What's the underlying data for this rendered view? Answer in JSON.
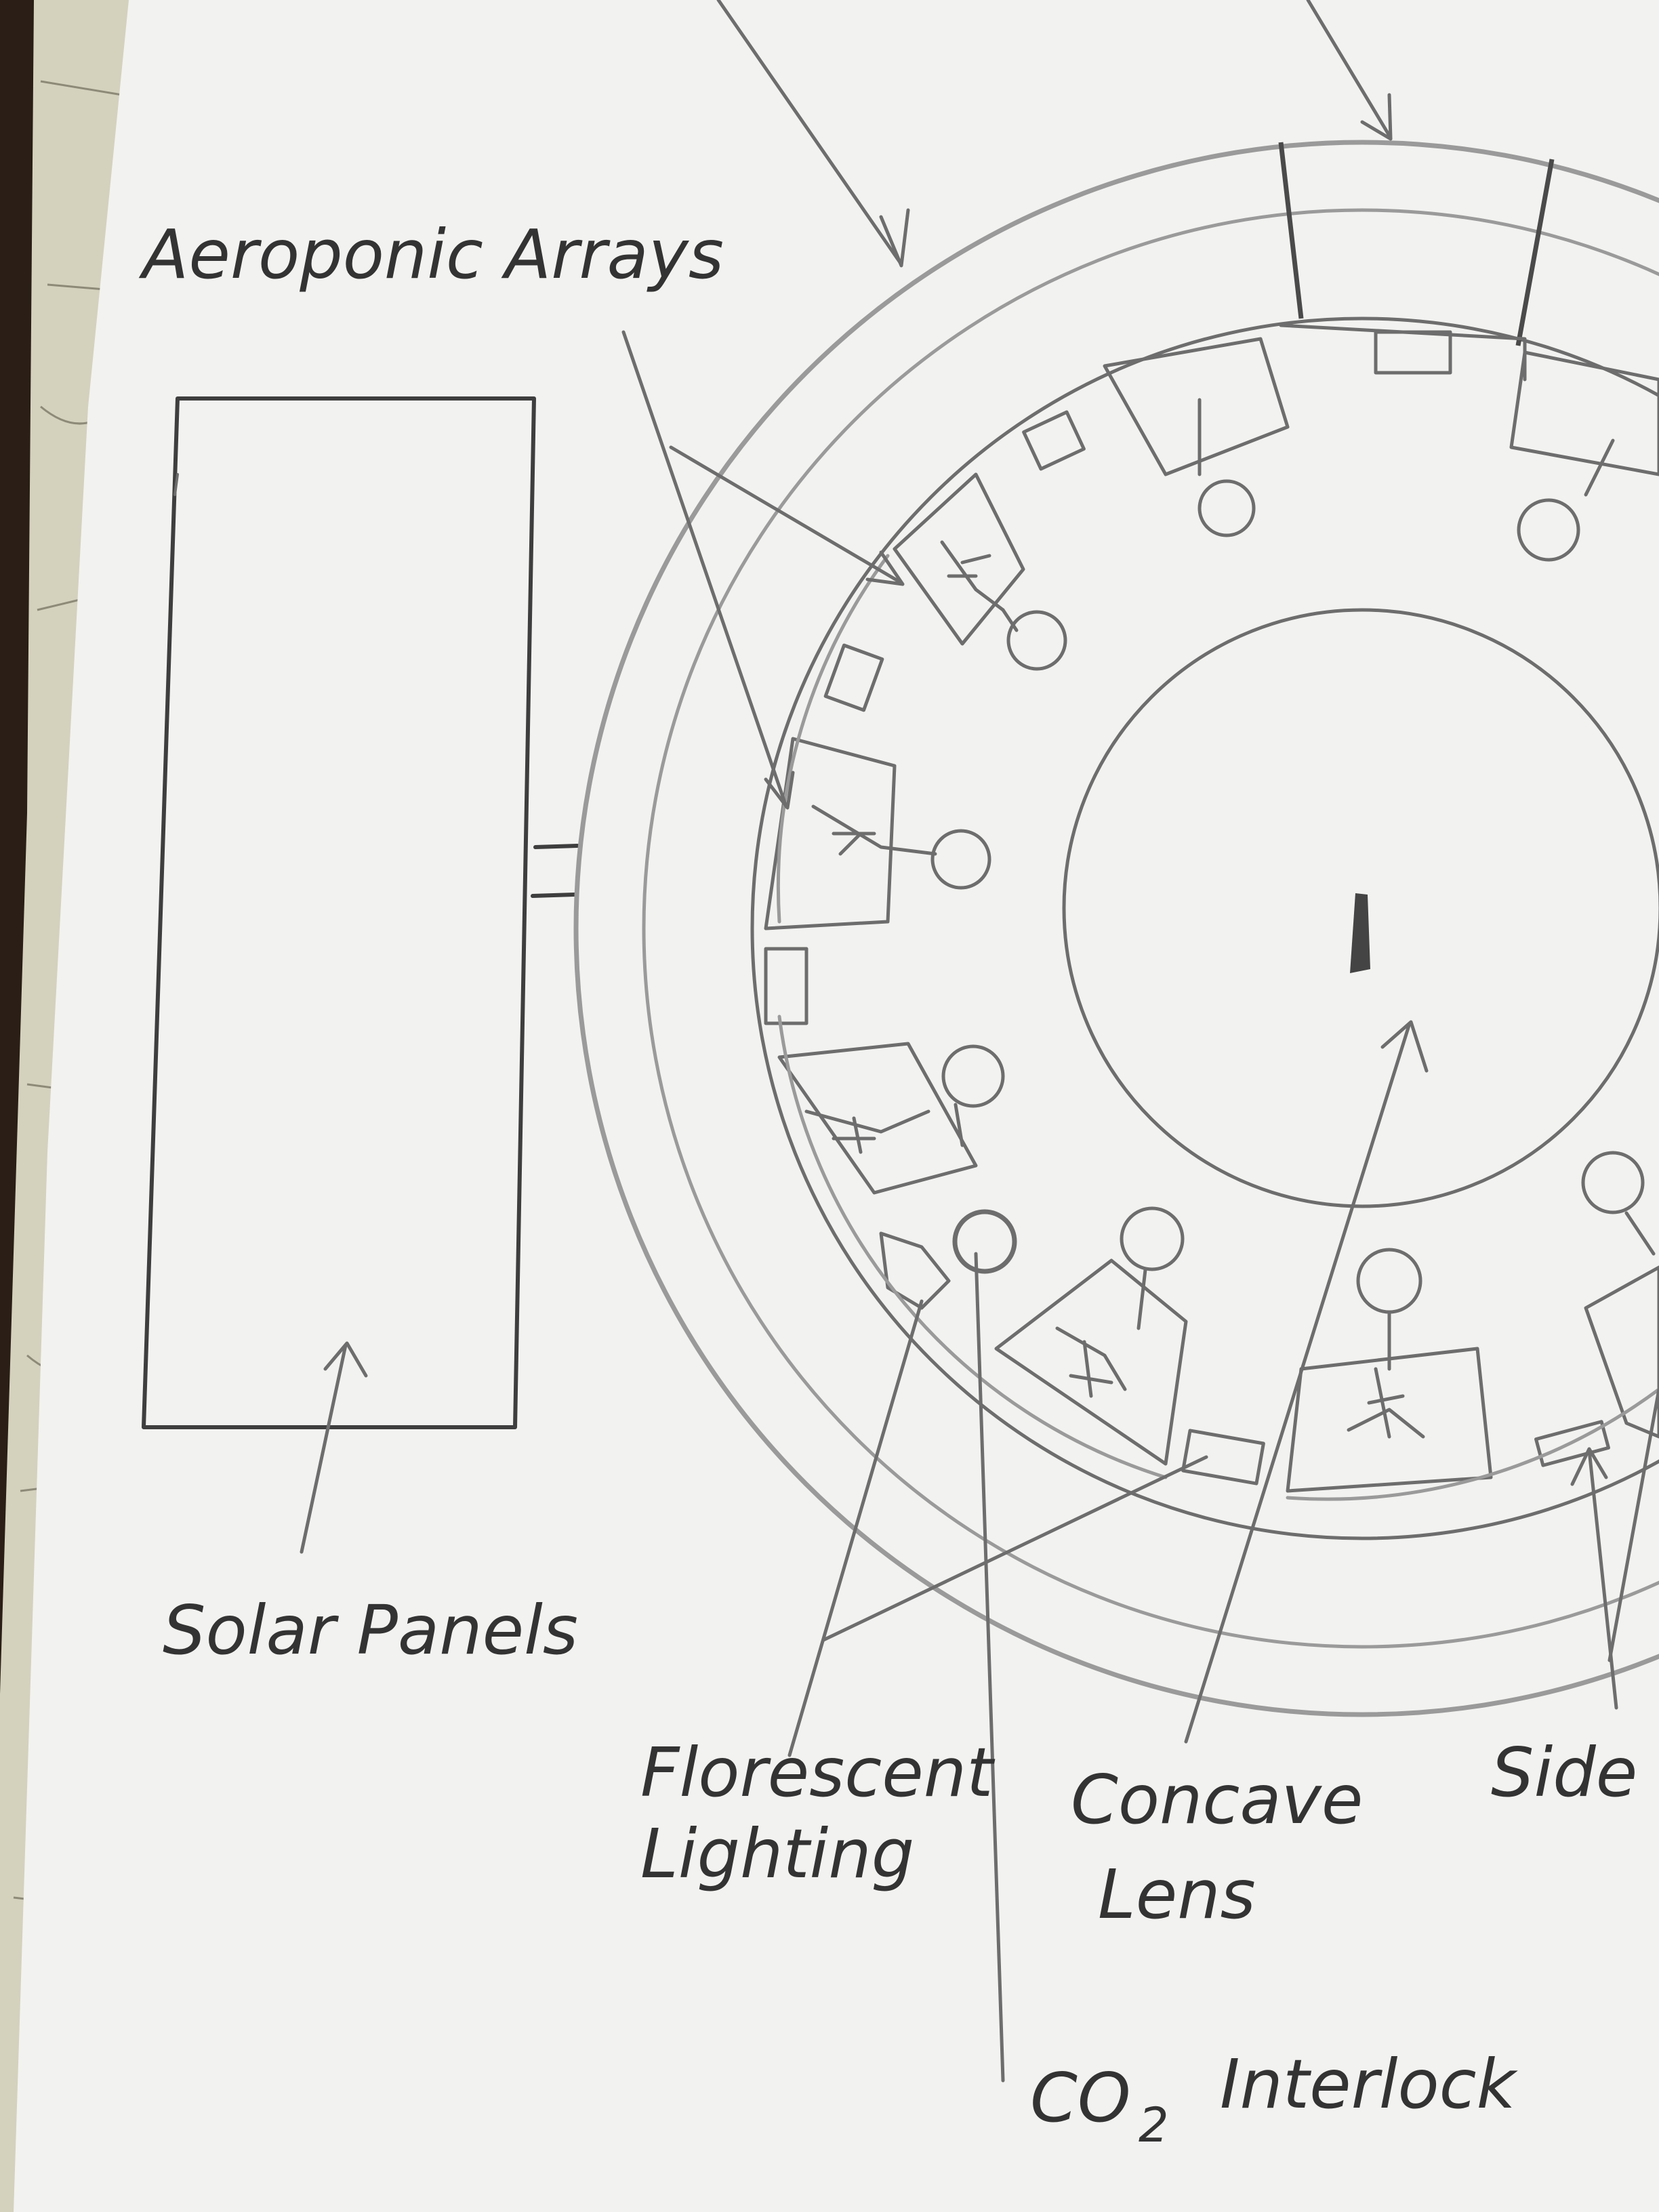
{
  "labels": {
    "aeroponic_arrays": "Aeroponic Arrays",
    "solar_panels": "Solar Panels",
    "florescent_line1": "Florescent",
    "florescent_line2": "Lighting",
    "concave_line1": "Concave",
    "concave_line2": "Lens",
    "co2_prefix": "CO",
    "co2_subscript": "2",
    "co2_suffix": "Interlock",
    "side_partial": "Side"
  },
  "colors": {
    "paper": "#f2f2f0",
    "pencil": "#6d6d6d",
    "pencil_dark": "#3e3e3e",
    "table": "#2a1e16",
    "map_paper": "#d9d6c4"
  }
}
